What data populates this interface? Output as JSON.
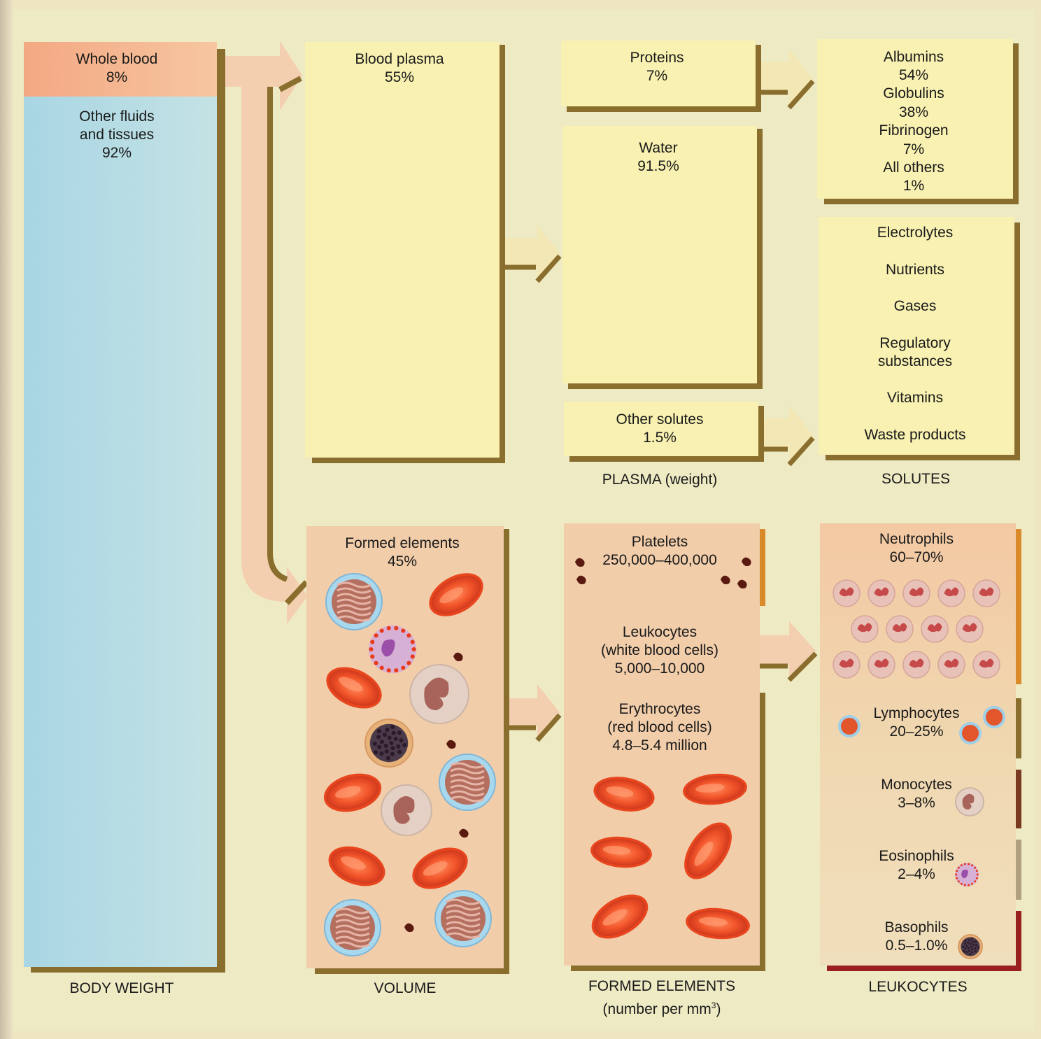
{
  "body_weight": {
    "whole_blood": "Whole blood",
    "whole_blood_pct": "8%",
    "other_fluids_line1": "Other fluids",
    "other_fluids_line2": "and tissues",
    "other_fluids_pct": "92%",
    "caption": "BODY WEIGHT",
    "colors": {
      "blood": "#f0a880",
      "fluids": "#b9dde6"
    }
  },
  "volume": {
    "plasma": "Blood plasma",
    "plasma_pct": "55%",
    "formed": "Formed elements",
    "formed_pct": "45%",
    "caption": "VOLUME"
  },
  "plasma_weight": {
    "proteins": "Proteins",
    "proteins_pct": "7%",
    "water": "Water",
    "water_pct": "91.5%",
    "other_solutes": "Other solutes",
    "other_solutes_pct": "1.5%",
    "caption": "PLASMA (weight)"
  },
  "proteins_breakdown": {
    "albumins": "Albumins",
    "albumins_pct": "54%",
    "globulins": "Globulins",
    "globulins_pct": "38%",
    "fibrinogen": "Fibrinogen",
    "fibrinogen_pct": "7%",
    "all_others": "All others",
    "all_others_pct": "1%"
  },
  "solutes": {
    "items": [
      "Electrolytes",
      "Nutrients",
      "Gases",
      "Regulatory",
      "substances",
      "Vitamins",
      "Waste products"
    ],
    "caption": "SOLUTES"
  },
  "formed_elements": {
    "platelets": "Platelets",
    "platelets_count": "250,000–400,000",
    "leukocytes": "Leukocytes",
    "leukocytes_sub": "(white blood cells)",
    "leukocytes_count": "5,000–10,000",
    "erythrocytes": "Erythrocytes",
    "erythrocytes_sub": "(red blood cells)",
    "erythrocytes_count": "4.8–5.4 million",
    "caption_line1": "FORMED ELEMENTS",
    "caption_line2": "(number per mm",
    "caption_sup": "3",
    "caption_close": ")"
  },
  "leukocytes": {
    "neutrophils": "Neutrophils",
    "neutrophils_pct": "60–70%",
    "lymphocytes": "Lymphocytes",
    "lymphocytes_pct": "20–25%",
    "monocytes": "Monocytes",
    "monocytes_pct": "3–8%",
    "eosinophils": "Eosinophils",
    "eosinophils_pct": "2–4%",
    "basophils": "Basophils",
    "basophils_pct": "0.5–1.0%",
    "caption": "LEUKOCYTES",
    "colors": {
      "neutrophils": "#d98a2a",
      "lymphocytes": "#8a6e2e",
      "monocytes": "#7a3a22",
      "eosinophils": "#b0a080",
      "basophils": "#9a2020"
    }
  }
}
